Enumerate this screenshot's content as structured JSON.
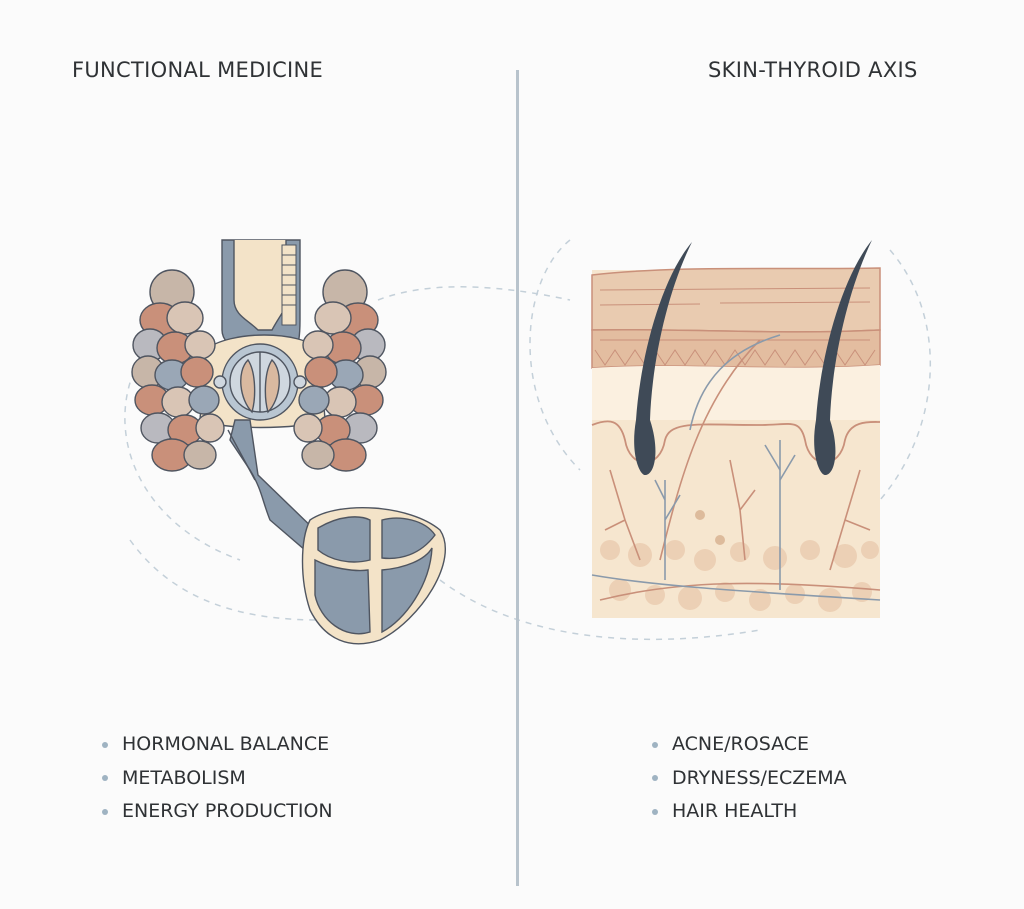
{
  "left_panel": {
    "title": "FUNCTIONAL MEDICINE",
    "illustration": "thyroid-gland-illustration",
    "items": [
      {
        "label": "HORMONAL BALANCE"
      },
      {
        "label": "METABOLISM"
      },
      {
        "label": "ENERGY PRODUCTION"
      }
    ]
  },
  "right_panel": {
    "title": "SKIN-THYROID AXIS",
    "illustration": "skin-cross-section-illustration",
    "items": [
      {
        "label": "ACNE/ROSACE"
      },
      {
        "label": "DRYNESS/ECZEMA"
      },
      {
        "label": "HAIR HEALTH"
      }
    ]
  },
  "colors": {
    "background": "#fbfbfb",
    "text": "#2f3235",
    "divider": "#b8c3cc",
    "bullet": "#9fb3c2",
    "slate_blue": "#8a9aab",
    "tan": "#d9b9a0",
    "rust": "#c9907a",
    "cream": "#f3e3c8",
    "hair": "#3f4a57"
  }
}
